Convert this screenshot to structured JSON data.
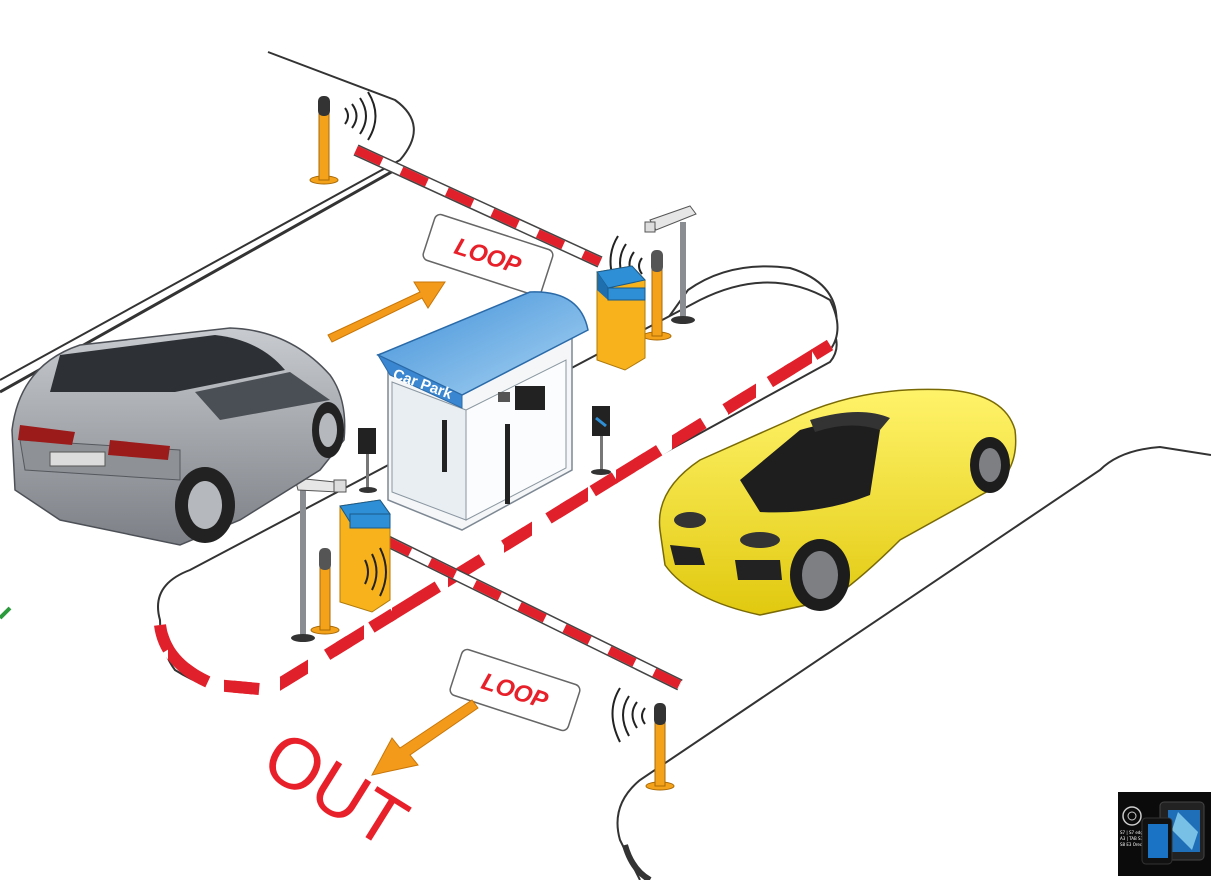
{
  "diagram": {
    "entry_loop_label": "LOOP",
    "exit_loop_label": "LOOP",
    "booth_sign": "Car Park",
    "exit_label": "OUT",
    "entry_arrow_icon": "arrow-up-right-icon",
    "exit_arrow_icon": "arrow-down-left-icon",
    "thumbnail_text": [
      "S7 | S7 edge",
      "A3 | TAB S3",
      "S8 E3 Oreo"
    ]
  },
  "colors": {
    "barrier_red": "#e0202a",
    "barrier_white": "#ffffff",
    "post_orange": "#f4a21a",
    "gate_cabinet": "#f7b21c",
    "gate_top": "#2e8fd6",
    "booth_roof": "#5aa9e6",
    "arrow_orange": "#f39a1b",
    "text_red": "#e8202a",
    "car_silver": "#a9acb1",
    "car_yellow": "#f2e21a"
  }
}
